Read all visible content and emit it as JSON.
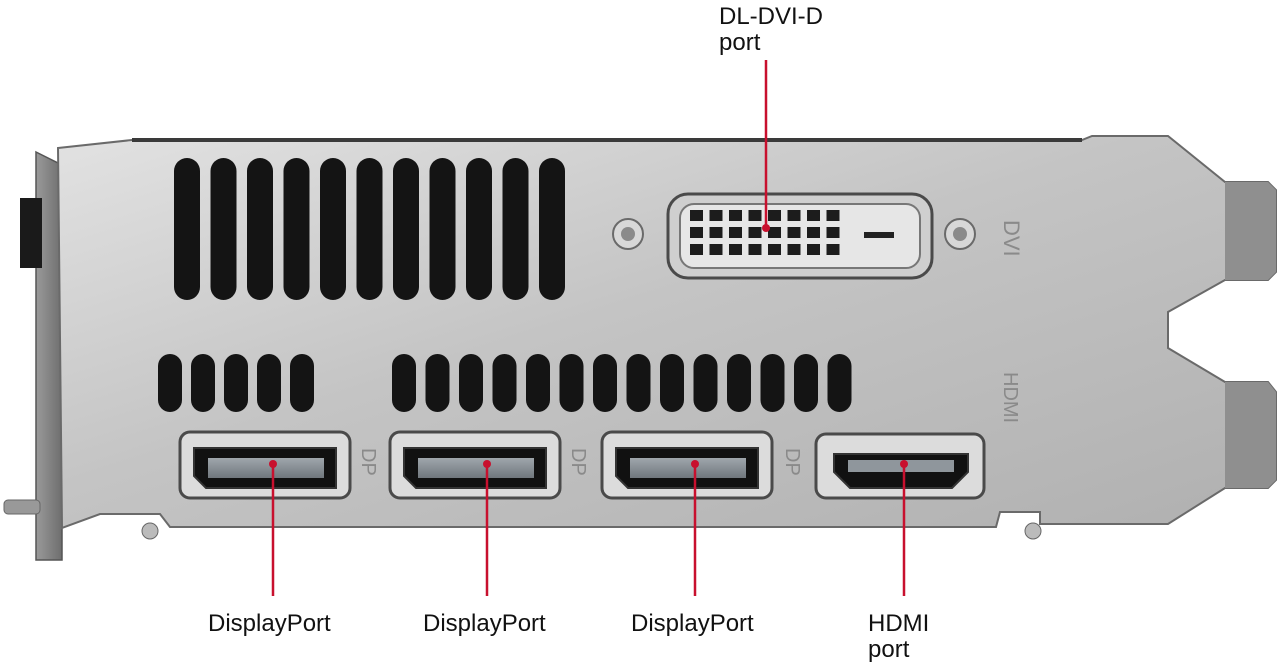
{
  "labels": {
    "dvi": "DL-DVI-D\nport",
    "displayport_1": "DisplayPort",
    "displayport_2": "DisplayPort",
    "displayport_3": "DisplayPort",
    "hdmi": "HDMI\nport"
  },
  "engravings": {
    "dvi": "DVI",
    "dp_1": "DP",
    "dp_2": "DP",
    "dp_3": "DP",
    "hdmi": "HDMI"
  },
  "colors": {
    "callout_line": "#c8102e",
    "bracket_metal": "#c9c9c9",
    "vent": "#141414"
  }
}
